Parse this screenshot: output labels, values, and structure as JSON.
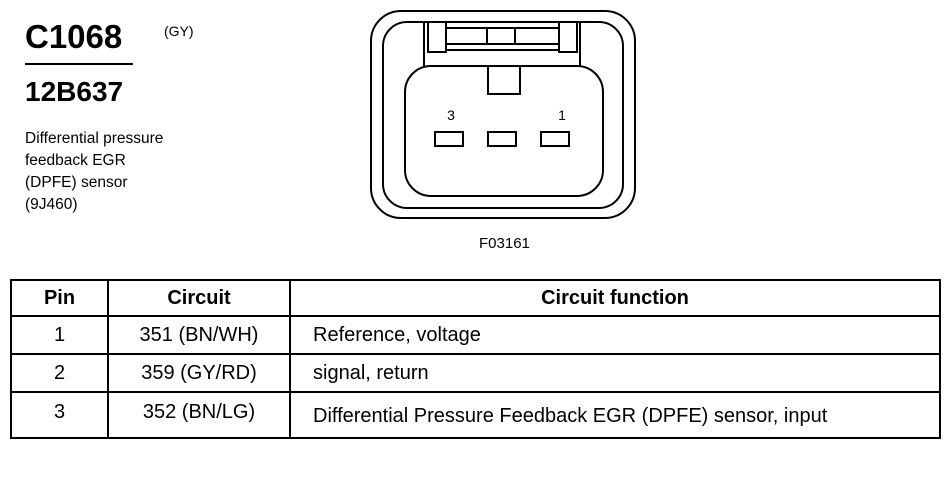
{
  "header": {
    "connector_id": "C1068",
    "color_code": "(GY)",
    "part_number": "12B637",
    "description_lines": [
      "Differential pressure",
      "feedback EGR",
      "(DPFE) sensor",
      "(9J460)"
    ]
  },
  "figure": {
    "id": "F03161",
    "pin_labels": {
      "left": "3",
      "right": "1"
    }
  },
  "table": {
    "headers": {
      "pin": "Pin",
      "circuit": "Circuit",
      "function": "Circuit function"
    },
    "rows": [
      {
        "pin": "1",
        "circuit": "351 (BN/WH)",
        "function": "Reference, voltage"
      },
      {
        "pin": "2",
        "circuit": "359 (GY/RD)",
        "function": "signal, return"
      },
      {
        "pin": "3",
        "circuit": "352 (BN/LG)",
        "function": "Differential Pressure Feedback EGR (DPFE) sensor, input"
      }
    ]
  }
}
